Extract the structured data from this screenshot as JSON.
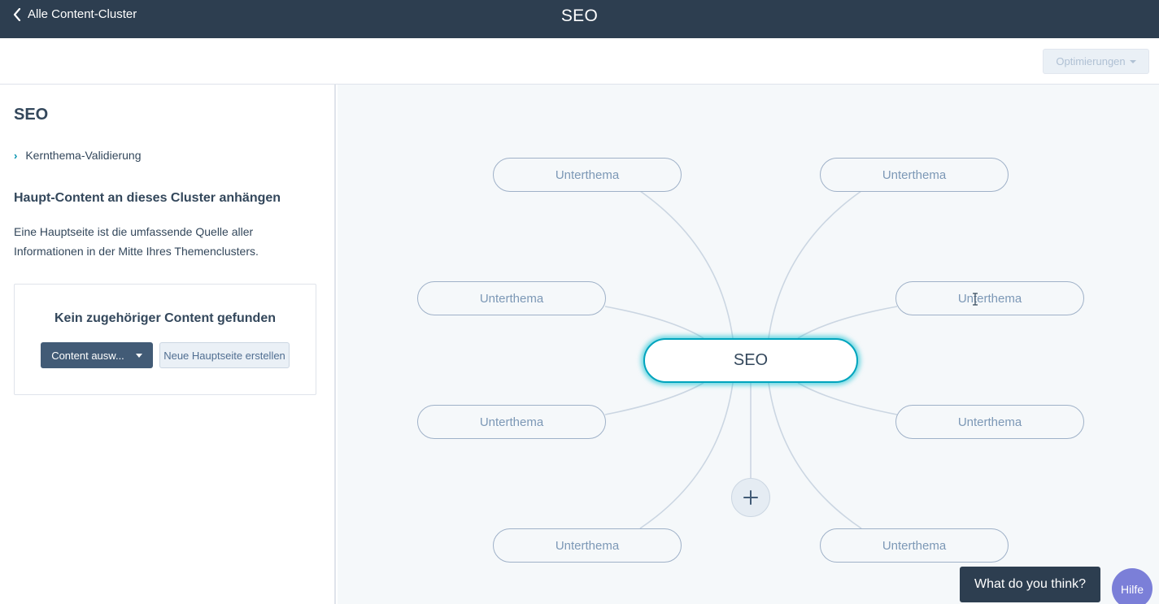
{
  "header": {
    "back_label": "Alle Content-Cluster",
    "title": "SEO"
  },
  "toolbar": {
    "optimizations_label": "Optimierungen"
  },
  "sidebar": {
    "title": "SEO",
    "validation_label": "Kernthema-Validierung",
    "heading": "Haupt-Content an dieses Cluster anhängen",
    "description": "Eine Hauptseite ist die umfassende Quelle aller Informationen in der Mitte Ihres Themenclusters.",
    "empty_card": {
      "title": "Kein zugehöriger Content gefunden",
      "select_button_label": "Content ausw...",
      "create_button_label": "Neue Hauptseite erstellen"
    }
  },
  "canvas": {
    "core_topic": "SEO",
    "subtopics": [
      "Unterthema",
      "Unterthema",
      "Unterthema",
      "Unterthema",
      "Unterthema",
      "Unterthema",
      "Unterthema",
      "Unterthema"
    ]
  },
  "footer": {
    "feedback_label": "What do you think?",
    "help_label": "Hilfe"
  },
  "colors": {
    "header_bg": "#2d3e50",
    "accent": "#00a4bd",
    "canvas_bg": "#f5f8fa",
    "help_bg": "#7b7fd8"
  }
}
